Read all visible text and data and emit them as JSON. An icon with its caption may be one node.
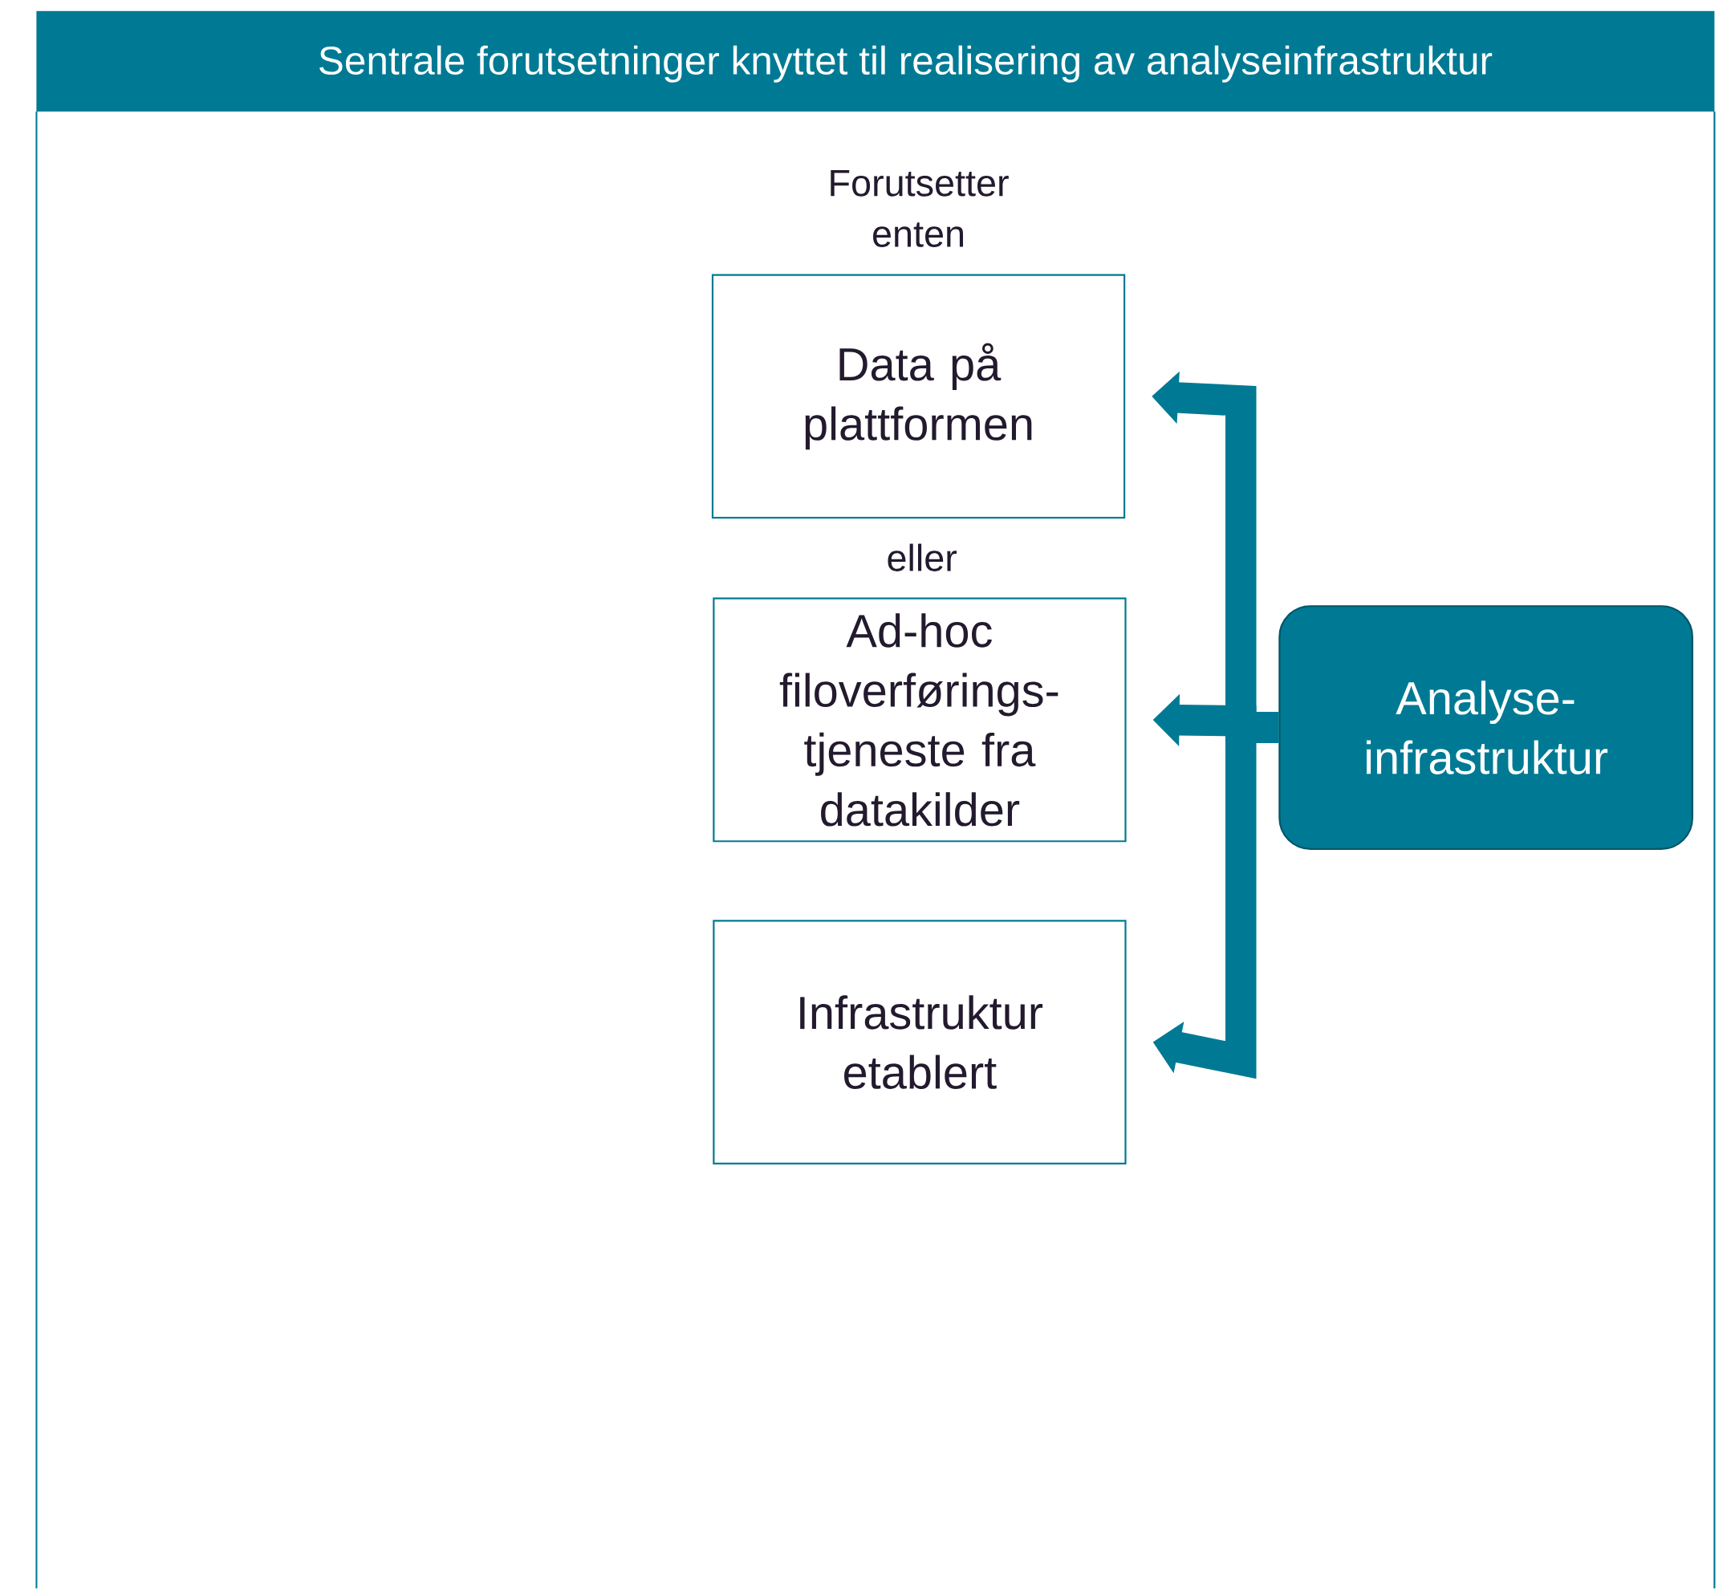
{
  "diagram": {
    "title": "Sentrale forutsetninger knyttet til realisering av  analyseinfrastruktur",
    "nodes": [
      {
        "text": [
          "Data på plattformen"
        ]
      },
      {
        "text": [
          "Ad-hoc filoverførings- tjeneste fra datakilder"
        ]
      },
      {
        "text": [
          "Infrastruktur etablert"
        ]
      },
      {
        "text": [
          "Analyse- infrastruktur"
        ]
      }
    ],
    "edges": [
      {
        "from": 3,
        "to": 0,
        "arrow": "to"
      },
      {
        "from": 3,
        "to": 1,
        "arrow": "to"
      },
      {
        "from": 3,
        "to": 2,
        "arrow": "to"
      }
    ],
    "labels": [
      "Forutsetter enten",
      "eller"
    ]
  }
}
